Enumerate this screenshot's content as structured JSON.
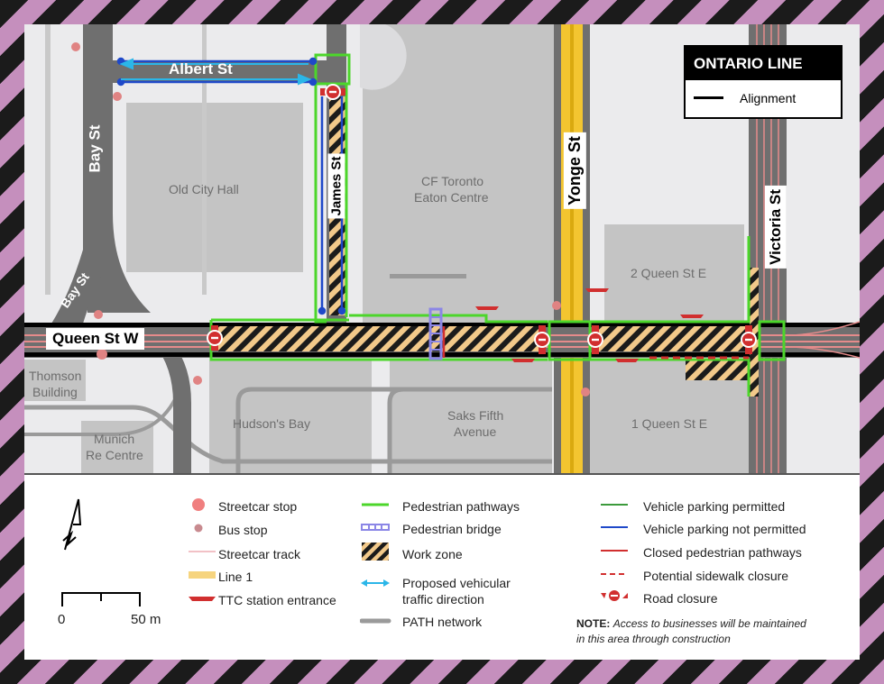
{
  "map": {
    "streets": {
      "albert": "Albert St",
      "bay_upper": "Bay St",
      "bay_lower": "Bay St",
      "james": "James St",
      "yonge": "Yonge St",
      "victoria": "Victoria St",
      "queen_w": "Queen St W"
    },
    "buildings": {
      "old_city_hall": "Old City Hall",
      "eaton_centre_1": "CF Toronto",
      "eaton_centre_2": "Eaton Centre",
      "two_queen_e": "2 Queen St E",
      "thomson_1": "Thomson",
      "thomson_2": "Building",
      "munich_1": "Munich",
      "munich_2": "Re Centre",
      "hudsons_bay": "Hudson's Bay",
      "saks_1": "Saks Fifth",
      "saks_2": "Avenue",
      "one_queen_e": "1 Queen St E"
    },
    "ontario_line_box": {
      "title": "ONTARIO LINE",
      "item": "Alignment"
    }
  },
  "legend": {
    "scale": {
      "start": "0",
      "end": "50 m"
    },
    "col1": [
      {
        "icon": "streetcar-stop-icon",
        "label": "Streetcar stop"
      },
      {
        "icon": "bus-stop-icon",
        "label": "Bus stop"
      },
      {
        "icon": "streetcar-track-icon",
        "label": "Streetcar track"
      },
      {
        "icon": "line1-icon",
        "label": "Line 1"
      },
      {
        "icon": "ttc-entrance-icon",
        "label": "TTC station entrance"
      }
    ],
    "col2": [
      {
        "icon": "pedestrian-pathway-icon",
        "label": "Pedestrian pathways"
      },
      {
        "icon": "pedestrian-bridge-icon",
        "label": "Pedestrian bridge"
      },
      {
        "icon": "work-zone-icon",
        "label": "Work zone"
      },
      {
        "icon": "traffic-direction-icon",
        "label": "Proposed vehicular",
        "label2": "traffic direction"
      },
      {
        "icon": "path-network-icon",
        "label": "PATH network"
      }
    ],
    "col3": [
      {
        "icon": "parking-permitted-icon",
        "label": "Vehicle parking permitted"
      },
      {
        "icon": "parking-not-permitted-icon",
        "label": "Vehicle parking not permitted"
      },
      {
        "icon": "closed-pathway-icon",
        "label": "Closed pedestrian pathways"
      },
      {
        "icon": "sidewalk-closure-icon",
        "label": "Potential sidewalk closure"
      },
      {
        "icon": "road-closure-icon",
        "label": "Road closure"
      }
    ],
    "note": {
      "prefix": "NOTE:",
      "text": "Access to businesses will be maintained",
      "text2": "in this area through construction"
    }
  },
  "colors": {
    "border_pink": "#c58fbd",
    "border_black": "#1b1b1b",
    "road": "#6f6f6f",
    "building": "#c4c4c4",
    "ground": "#ebebed",
    "pedestrian_green": "#4cd62b",
    "work_zone_tan": "#f2c98a",
    "line1_yellow": "#f3c530",
    "streetcar_pink": "#e58b8b",
    "closure_red": "#d12f2f",
    "parking_blue": "#1f49c9",
    "traffic_cyan": "#2bb6e8",
    "bridge_purple": "#8b86e6",
    "path_gray": "#9a9a9a"
  }
}
